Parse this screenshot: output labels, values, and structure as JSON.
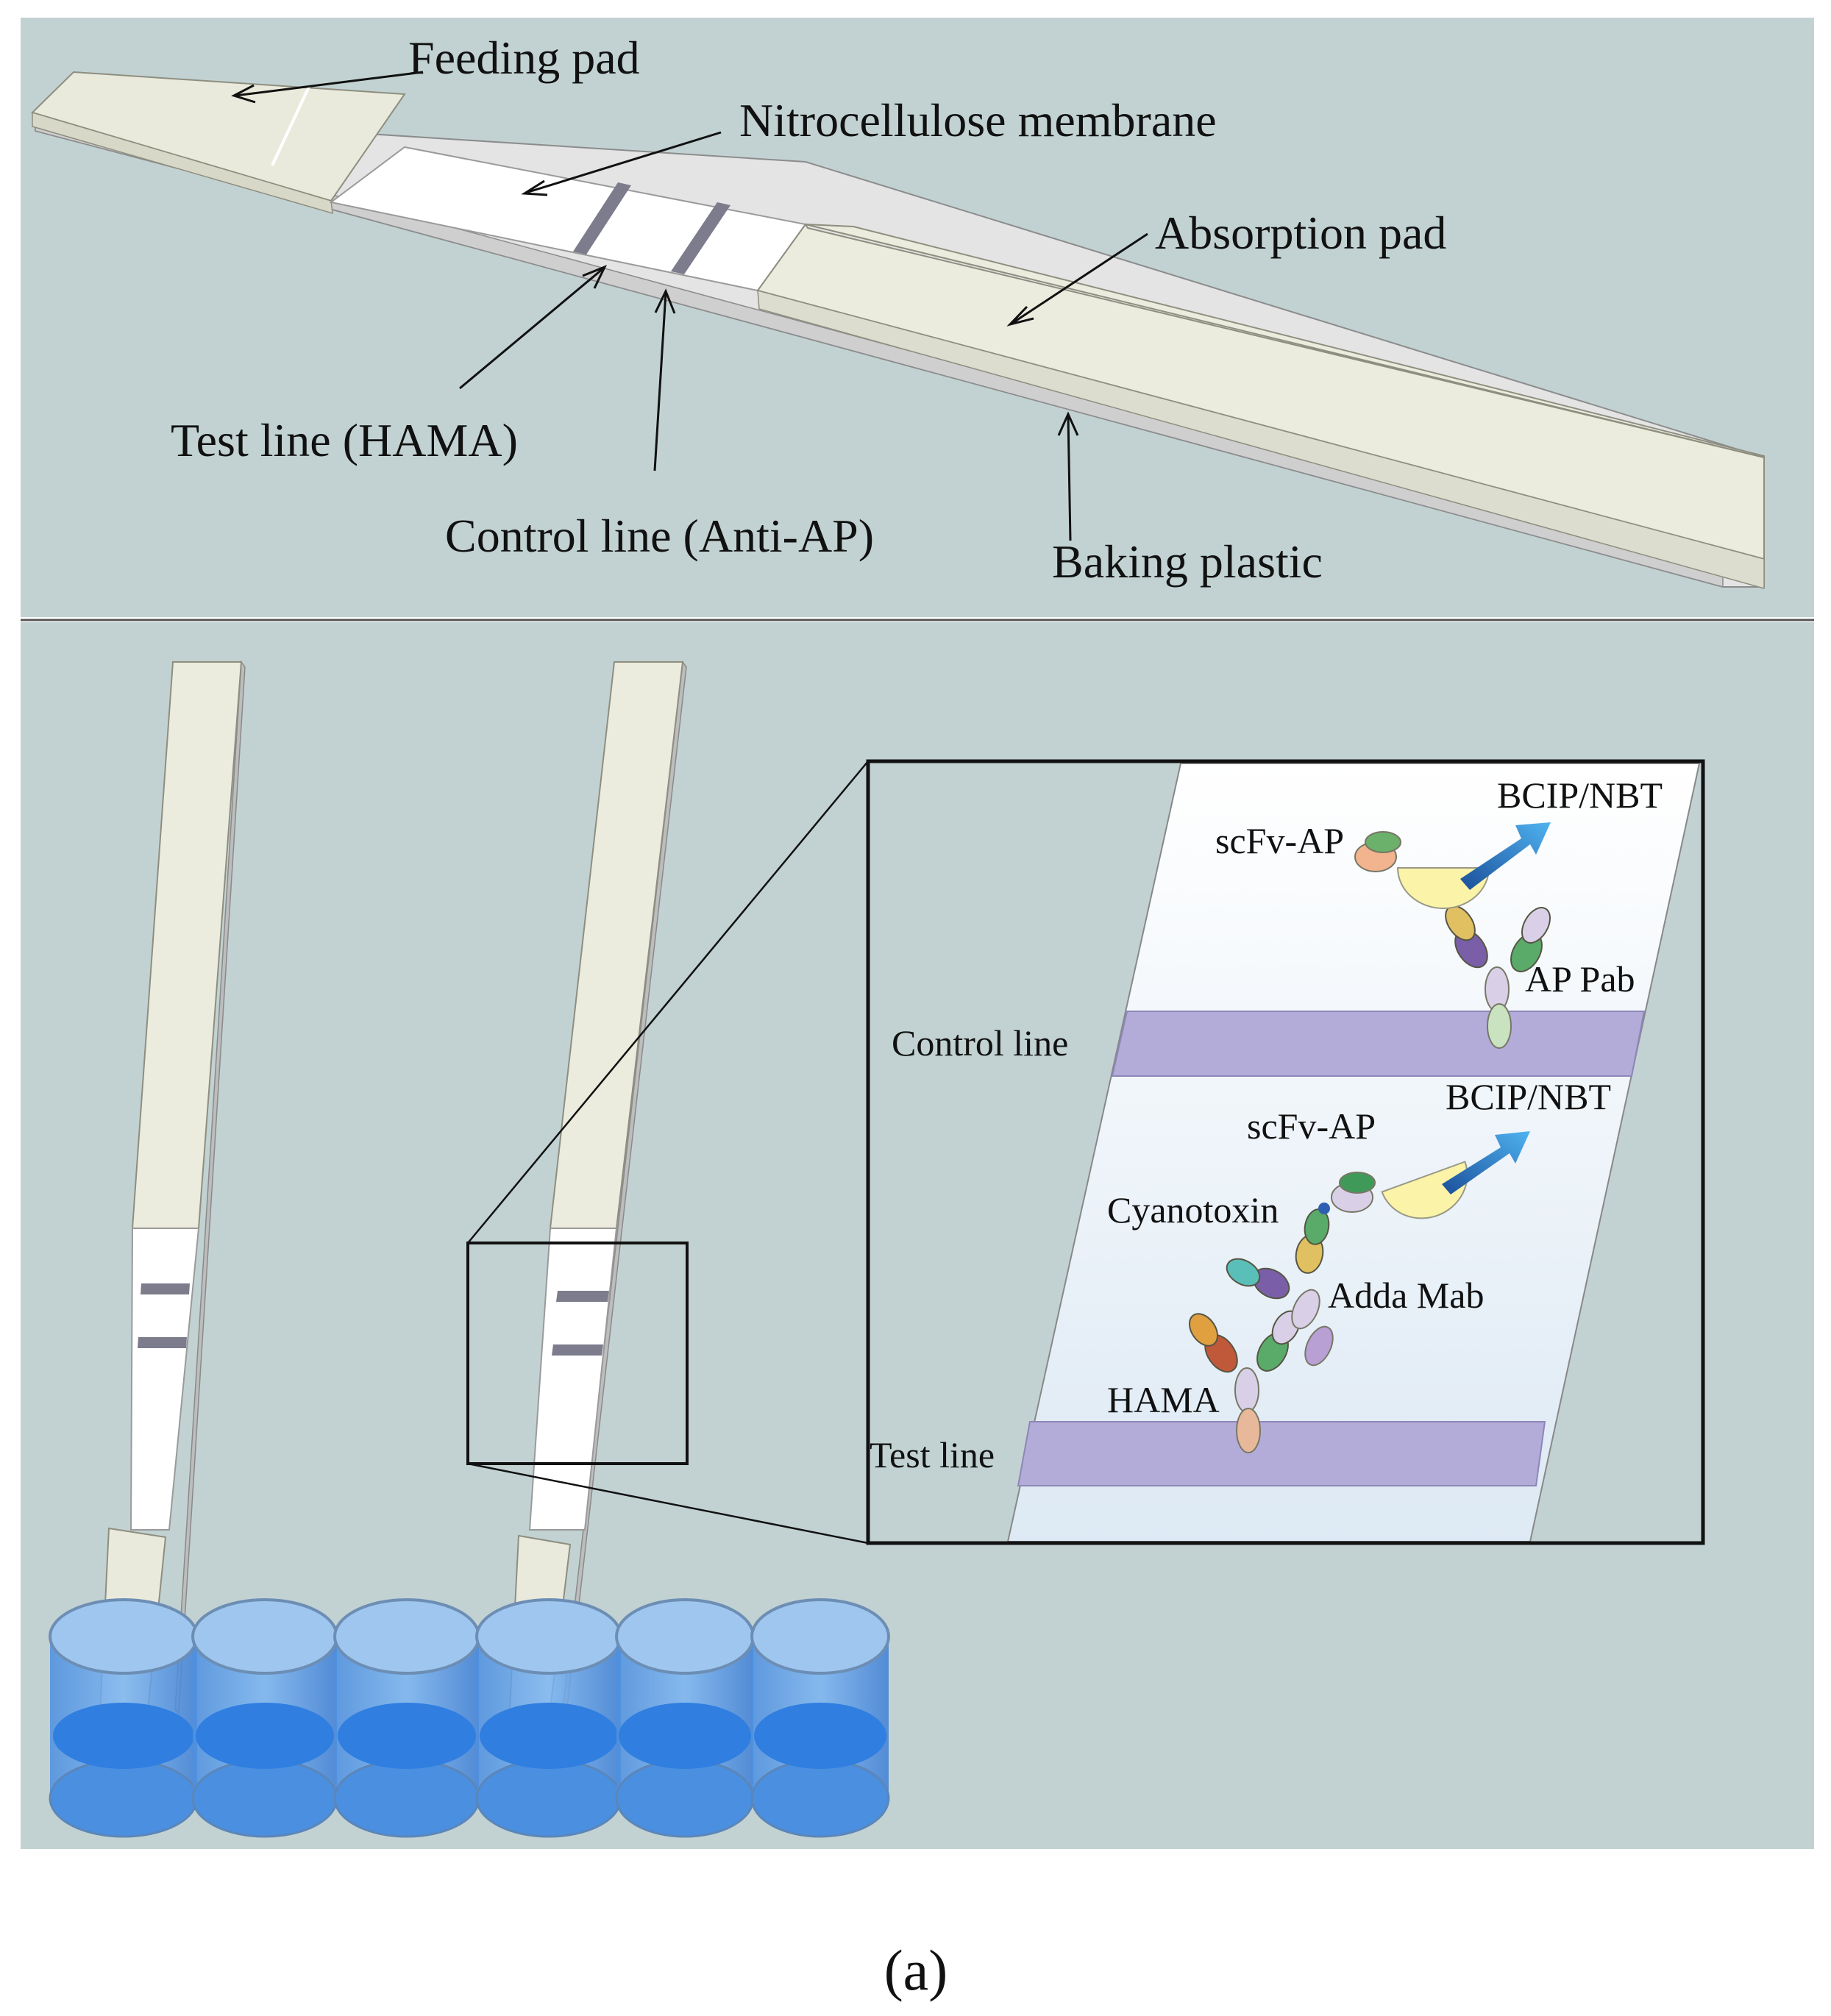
{
  "top_panel": {
    "labels": {
      "feeding_pad": "Feeding pad",
      "nitrocellulose": "Nitrocellulose membrane",
      "absorption_pad": "Absorption pad",
      "test_line": "Test line (HAMA)",
      "control_line": "Control line (Anti-AP)",
      "backing": "Baking plastic"
    }
  },
  "bottom_panel": {
    "inset_labels": {
      "bcip_top": "BCIP/NBT",
      "scfv_top": "scFv-AP",
      "ap_pab": "AP Pab",
      "control_line": "Control line",
      "bcip_bottom": "BCIP/NBT",
      "scfv_bottom": "scFv-AP",
      "cyanotoxin": "Cyanotoxin",
      "adda_mab": "Adda Mab",
      "hama": "HAMA",
      "test_line": "Test line"
    }
  },
  "caption": "(a)",
  "colors": {
    "panel_bg": "#c2d2d2",
    "band": "#b3acd9",
    "water": "#4a8fe0",
    "arrow": "#2f7fd0"
  }
}
